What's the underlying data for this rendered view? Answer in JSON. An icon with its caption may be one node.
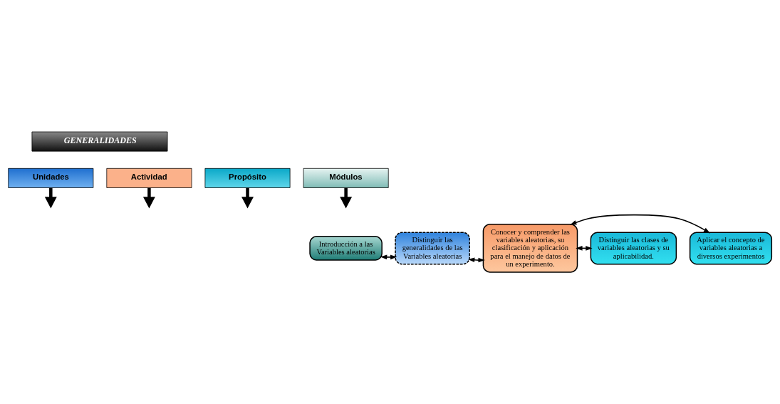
{
  "diagram": {
    "nodes": [
      {
        "text": [
          "GENERALIDADES"
        ]
      },
      {
        "text": [
          "Módulos"
        ]
      },
      {
        "text": [
          "Unidades"
        ]
      },
      {
        "text": [
          "Actividad"
        ]
      },
      {
        "text": [
          "Propósito"
        ]
      },
      {
        "text": [
          "Introducción a las Variables aleatorias"
        ]
      },
      {
        "text": [
          "Distinguir las generalidades de las Variables aleatorias"
        ]
      },
      {
        "text": [
          "Conocer y comprender las variables aleatorias, su clasificación y aplicación para el manejo de datos de un experimento."
        ]
      },
      {
        "text": [
          "Aplicar el concepto de variables aleatorias a diversos experimentos"
        ]
      },
      {
        "text": [
          "Distinguir las clases de variables aleatorias y su aplicabilidad."
        ]
      }
    ],
    "edges": [
      {
        "from": 1,
        "to": null,
        "arrow": "to",
        "style": "thick"
      },
      {
        "from": 2,
        "to": null,
        "arrow": "to",
        "style": "thick"
      },
      {
        "from": 3,
        "to": null,
        "arrow": "to",
        "style": "thick"
      },
      {
        "from": 4,
        "to": null,
        "arrow": "to",
        "style": "thick"
      },
      {
        "from": 5,
        "to": 6,
        "arrow": "both"
      },
      {
        "from": 6,
        "to": 7,
        "arrow": "both"
      },
      {
        "from": 7,
        "to": 8,
        "arrow": "both"
      },
      {
        "from": 7,
        "to": 9,
        "arrow": "both"
      }
    ]
  }
}
